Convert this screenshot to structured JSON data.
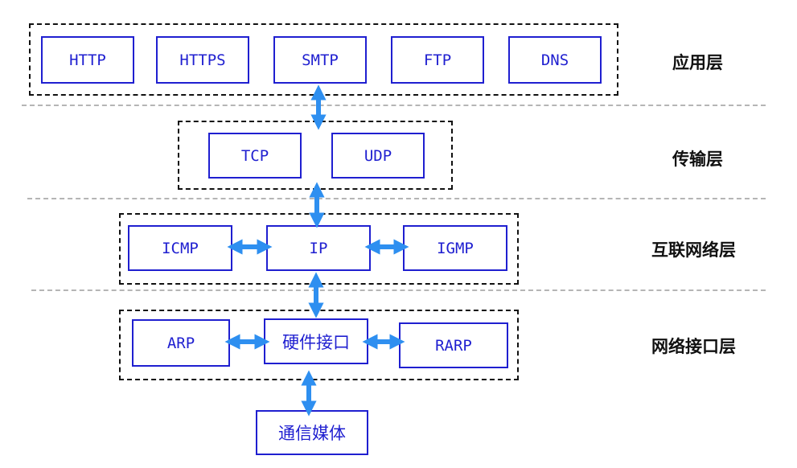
{
  "layers": {
    "application": "应用层",
    "transport": "传输层",
    "internet": "互联网络层",
    "link": "网络接口层"
  },
  "nodes": {
    "http": "HTTP",
    "https": "HTTPS",
    "smtp": "SMTP",
    "ftp": "FTP",
    "dns": "DNS",
    "tcp": "TCP",
    "udp": "UDP",
    "icmp": "ICMP",
    "ip": "IP",
    "igmp": "IGMP",
    "arp": "ARP",
    "hardware_interface": "硬件接口",
    "rarp": "RARP",
    "medium": "通信媒体"
  },
  "colors": {
    "node_border": "#1f1fd0",
    "arrow": "#2e8ff0",
    "group_border": "#111111",
    "separator": "#b5b5b5"
  }
}
